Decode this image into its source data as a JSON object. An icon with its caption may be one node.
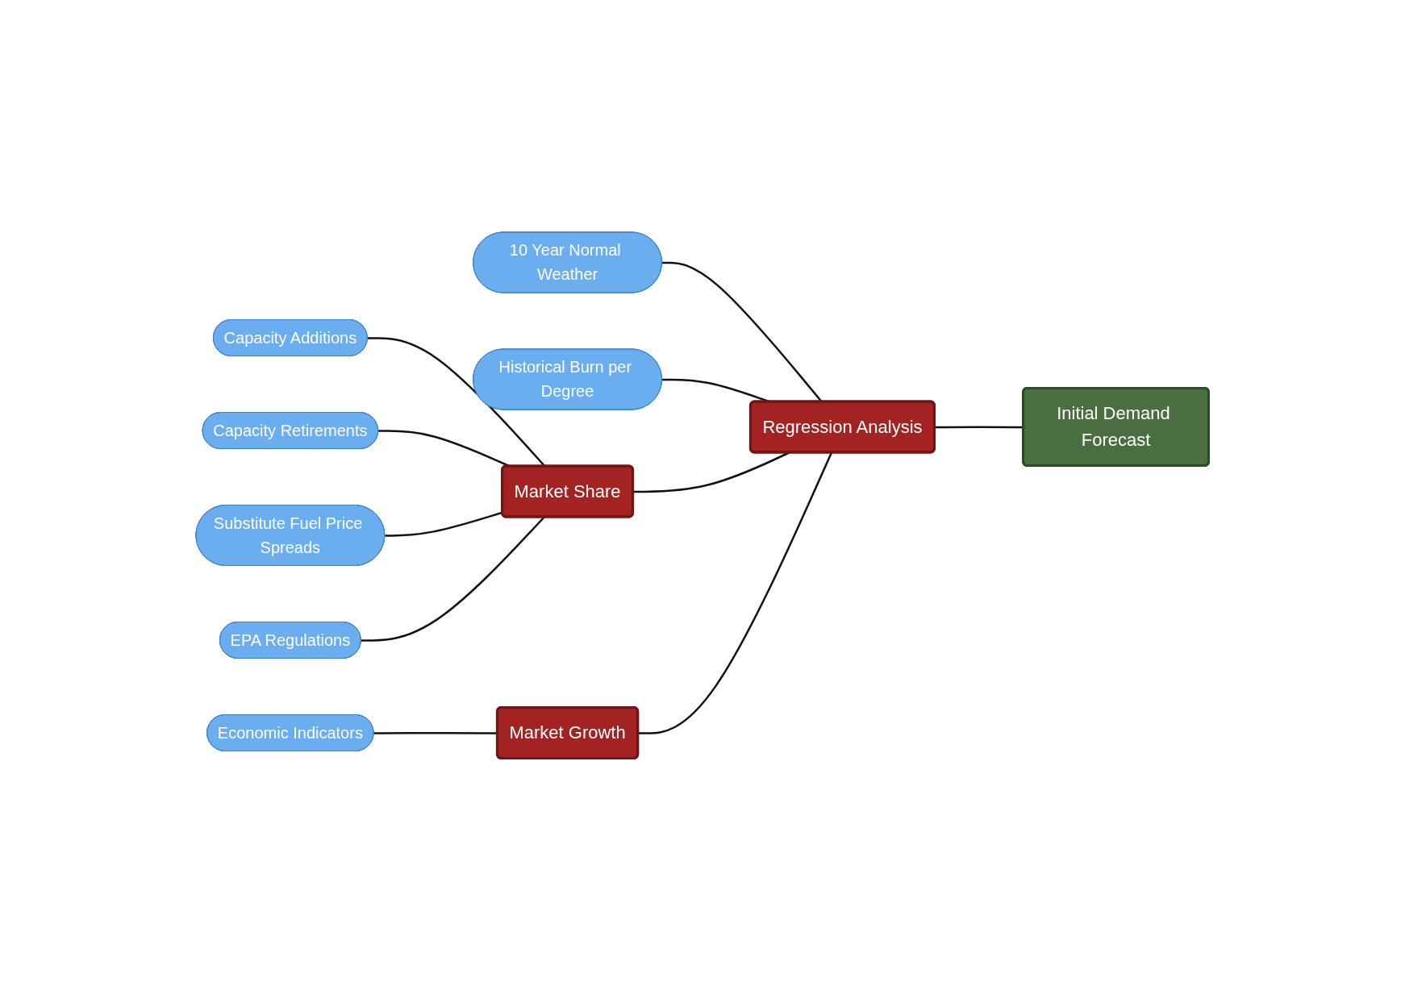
{
  "diagram": {
    "nodes": [
      {
        "text": [
          "10 Year Normal Weather"
        ]
      },
      {
        "text": [
          "Historical Burn per Degree"
        ]
      },
      {
        "text": [
          "Capacity Additions"
        ]
      },
      {
        "text": [
          "Capacity Retirements"
        ]
      },
      {
        "text": [
          "Substitute Fuel Price Spreads"
        ]
      },
      {
        "text": [
          "EPA Regulations"
        ]
      },
      {
        "text": [
          "Economic Indicators"
        ]
      },
      {
        "text": [
          "Market Share"
        ]
      },
      {
        "text": [
          "Market Growth"
        ]
      },
      {
        "text": [
          "Regression Analysis"
        ]
      },
      {
        "text": [
          "Initial Demand Forecast"
        ]
      }
    ],
    "edges": [
      {
        "from": 2,
        "to": 7,
        "arrow": "none"
      },
      {
        "from": 3,
        "to": 7,
        "arrow": "none"
      },
      {
        "from": 4,
        "to": 7,
        "arrow": "none"
      },
      {
        "from": 5,
        "to": 7,
        "arrow": "none"
      },
      {
        "from": 6,
        "to": 8,
        "arrow": "none"
      },
      {
        "from": 0,
        "to": 9,
        "arrow": "none"
      },
      {
        "from": 1,
        "to": 9,
        "arrow": "none"
      },
      {
        "from": 7,
        "to": 9,
        "arrow": "none"
      },
      {
        "from": 8,
        "to": 9,
        "arrow": "none"
      },
      {
        "from": 9,
        "to": 10,
        "arrow": "none"
      }
    ]
  }
}
